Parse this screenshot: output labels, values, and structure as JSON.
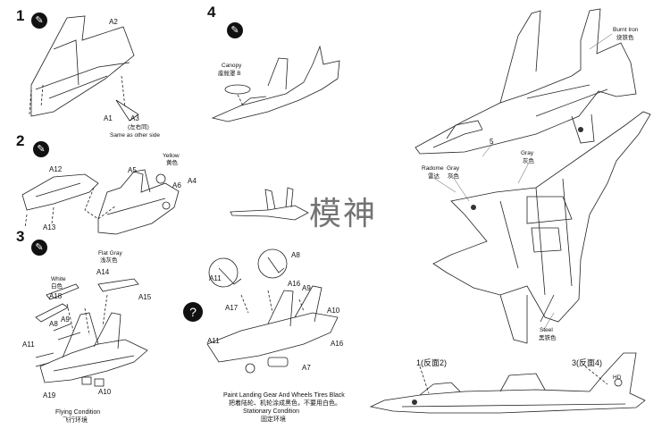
{
  "steps": {
    "s1": {
      "number": "1",
      "icon": "glue-icon",
      "labels": {
        "a2": "A2",
        "a1": "A1",
        "a3": "A3",
        "note_cn": "(左右同)",
        "note_en": "Same as other side"
      }
    },
    "s2": {
      "number": "2",
      "icon": "glue-icon",
      "labels": {
        "a12": "A12",
        "a13": "A13",
        "a5": "A5",
        "a6": "A6",
        "a4": "A4",
        "yellow_en": "Yellow",
        "yellow_cn": "黄色"
      }
    },
    "s3": {
      "number": "3",
      "icon": "glue-icon",
      "labels": {
        "white_en": "White",
        "white_cn": "白色",
        "a18": "A18",
        "a8": "A8",
        "a9": "A9",
        "a11": "A11",
        "a19": "A19",
        "a10": "A10",
        "a14": "A14",
        "a15": "A15",
        "flatgray_en": "Flat Gray",
        "flatgray_cn": "浅灰色"
      },
      "caption_en": "Flying Condition",
      "caption_cn": "飞行环境"
    },
    "s4": {
      "number": "4",
      "icon": "glue-icon",
      "labels": {
        "canopy_en": "Canopy",
        "canopy_cn": "座舱罩 B"
      }
    },
    "gear": {
      "icon": "question-icon",
      "labels": {
        "a11a": "A11",
        "a17": "A17",
        "a11b": "A11",
        "a8": "A8",
        "a16a": "A16",
        "a9": "A9",
        "a10": "A10",
        "a16b": "A16",
        "a7": "A7"
      },
      "caption_en": "Paint Landing Gear And Wheels Tires Black",
      "caption_cn": "把着陆轮、机轮涂成黑色，不要用白色。",
      "caption2_en": "Stationary Condition",
      "caption2_cn": "固定环境"
    }
  },
  "paint": {
    "burnt_en": "Burnt Iron",
    "burnt_cn": "烧铁色",
    "gray_en": "Gray",
    "gray_cn": "灰色",
    "radome_en": "Radome",
    "radome_cn": "雷达",
    "gray2_en": "Gray",
    "gray2_cn": "灰色",
    "five": "5",
    "steel_en": "Steel",
    "steel_cn": "黑铁色"
  },
  "decals": {
    "d1": "1(反面2)",
    "d3": "3(反面4)",
    "tail_mark": "HD"
  },
  "watermark": "模神",
  "colors": {
    "ink": "#111111",
    "paper": "#ffffff"
  }
}
